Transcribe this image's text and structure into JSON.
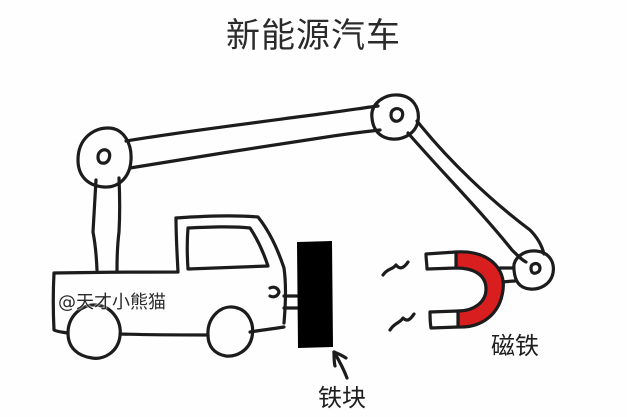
{
  "title": "新能源汽车",
  "labels": {
    "magnet": "磁铁",
    "iron_block": "铁块"
  },
  "watermark": "@天才小熊猫",
  "colors": {
    "ink": "#1c1c1c",
    "magnet_red": "#d81e1e",
    "iron_block": "#000000",
    "background": "#fefefe"
  },
  "icons": {
    "motion": "motion-lines-icon",
    "pointer": "arrow-pointer-icon"
  }
}
